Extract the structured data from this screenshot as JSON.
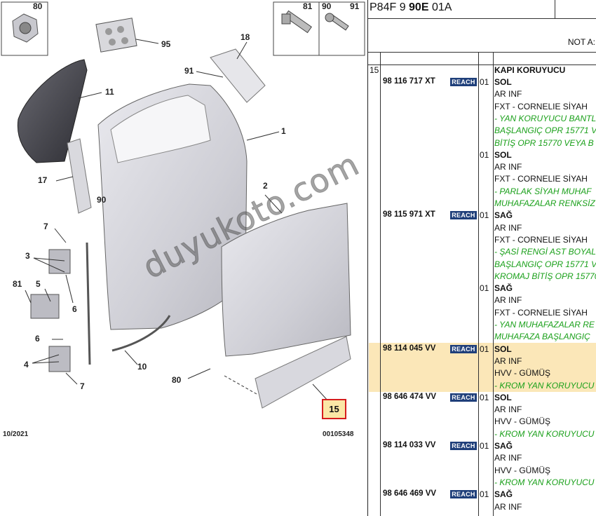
{
  "diagram": {
    "callouts": [
      "80",
      "95",
      "81",
      "90",
      "91",
      "18",
      "91",
      "11",
      "1",
      "17",
      "90",
      "2",
      "7",
      "3",
      "81",
      "5",
      "6",
      "6",
      "4",
      "7",
      "10",
      "80",
      "15"
    ],
    "date": "10/2021",
    "ref_code": "00105348",
    "highlight": "15",
    "watermark": "duyukoto.com"
  },
  "header": {
    "code_prefix": "P84F 9 ",
    "code_bold": "90E",
    "code_suffix": " 01A",
    "note": "NOT A:"
  },
  "parts": {
    "group": "15",
    "title": "KAPI KORUYUCU",
    "badge": "REACH",
    "rows": [
      {
        "ref": "98 116 717 XT",
        "badge": true,
        "qty": "01",
        "side": "SOL",
        "lines": [
          "AR INF",
          "FXT - CORNELIE SİYAH"
        ],
        "green": [
          "- YAN KORUYUCU BANTL",
          "BAŞLANGIÇ OPR 15771 V",
          "BİTİŞ OPR 15770 VEYA B"
        ],
        "highlight": false
      },
      {
        "ref": "",
        "badge": false,
        "qty": "01",
        "side": "SOL",
        "lines": [
          "AR INF",
          "FXT - CORNELIE SİYAH"
        ],
        "green": [
          "- PARLAK SİYAH MUHAF",
          "MUHAFAZALAR RENKSİZ"
        ],
        "highlight": false
      },
      {
        "ref": "98 115 971 XT",
        "badge": true,
        "qty": "01",
        "side": "SAĞ",
        "lines": [
          "AR INF",
          "FXT - CORNELIE SİYAH"
        ],
        "green": [
          "- ŞASİ RENGİ AST BOYAL",
          "BAŞLANGIÇ OPR 15771 V",
          "KROMAJ BİTİŞ OPR 15770"
        ],
        "highlight": false
      },
      {
        "ref": "",
        "badge": false,
        "qty": "01",
        "side": "SAĞ",
        "lines": [
          "AR INF",
          "FXT - CORNELIE SİYAH"
        ],
        "green": [
          "- YAN MUHAFAZALAR RE",
          "MUHAFAZA BAŞLANGIÇ"
        ],
        "highlight": false
      },
      {
        "ref": "98 114 045 VV",
        "badge": true,
        "qty": "01",
        "side": "SOL",
        "lines": [
          "AR INF",
          "HVV - GÜMÜŞ"
        ],
        "green": [
          "- KROM YAN KORUYUCU"
        ],
        "highlight": true
      },
      {
        "ref": "98 646 474 VV",
        "badge": true,
        "qty": "01",
        "side": "SOL",
        "lines": [
          "AR INF",
          "HVV - GÜMÜŞ"
        ],
        "green": [
          "- KROM YAN KORUYUCU"
        ],
        "highlight": false
      },
      {
        "ref": "98 114 033 VV",
        "badge": true,
        "qty": "01",
        "side": "SAĞ",
        "lines": [
          "AR INF",
          "HVV - GÜMÜŞ"
        ],
        "green": [
          "- KROM YAN KORUYUCU"
        ],
        "highlight": false
      },
      {
        "ref": "98 646 469 VV",
        "badge": true,
        "qty": "01",
        "side": "SAĞ",
        "lines": [
          "AR INF"
        ],
        "green": [],
        "highlight": false
      }
    ]
  }
}
